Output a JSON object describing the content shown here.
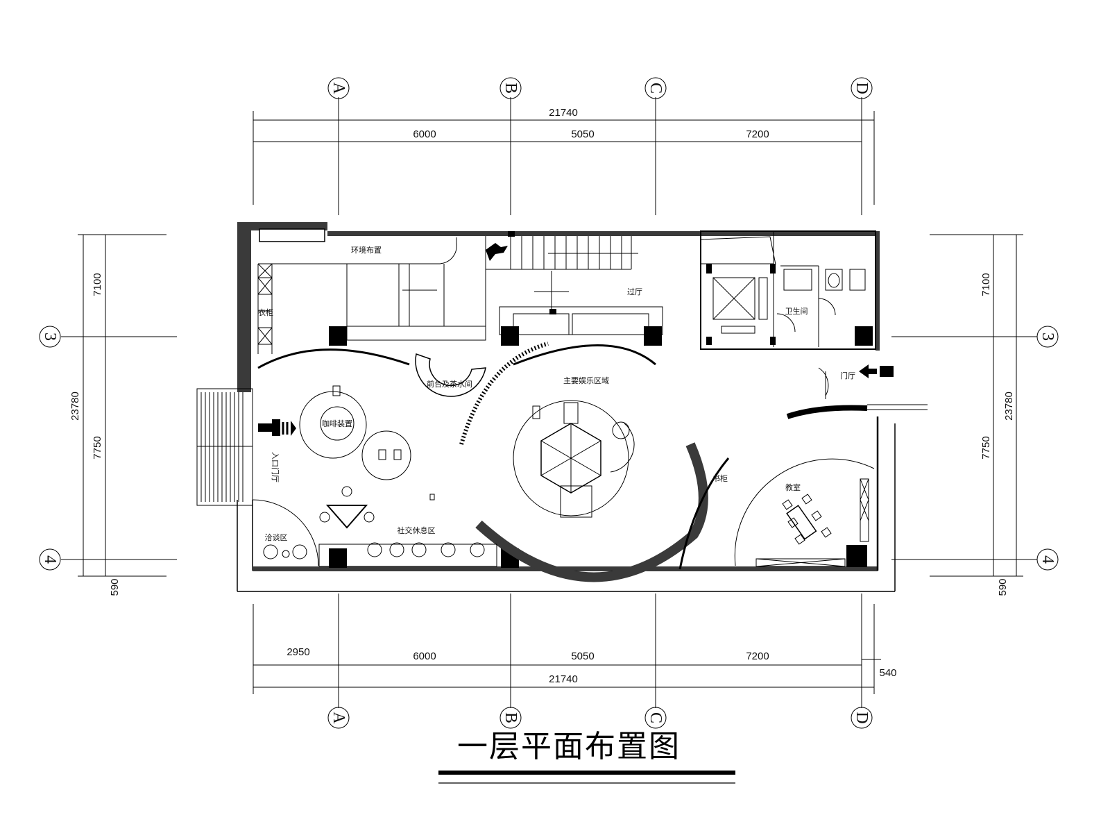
{
  "drawing": {
    "title": "一层平面布置图",
    "grid_columns": [
      "A",
      "B",
      "C",
      "D"
    ],
    "grid_rows": [
      "3",
      "4"
    ]
  },
  "dimensions": {
    "top_total": "21740",
    "top_segments": [
      "6000",
      "5050",
      "7200"
    ],
    "bottom_segments": [
      "2950",
      "6000",
      "5050",
      "7200"
    ],
    "bottom_extra": "540",
    "bottom_total": "21740",
    "left_segments": [
      "7100",
      "7750"
    ],
    "left_total": "23780",
    "left_extra": "590",
    "right_segments": [
      "7100",
      "7750"
    ],
    "right_total": "23780",
    "right_extra": "590"
  },
  "rooms": {
    "env": "环境布置",
    "locker": "衣柜",
    "corridor": "过厅",
    "toilet": "卫生间",
    "foyer": "门厅",
    "reception": "前台及茶水间",
    "coffee": "咖啡装置",
    "play": "主要娱乐区域",
    "entrance": "入口门厅",
    "bookcase": "书柜",
    "classroom": "教室",
    "talk": "洽谈区",
    "social": "社交休息区"
  },
  "colors": {
    "line": "#000000",
    "wall": "#3a3a3a",
    "background": "#ffffff"
  }
}
